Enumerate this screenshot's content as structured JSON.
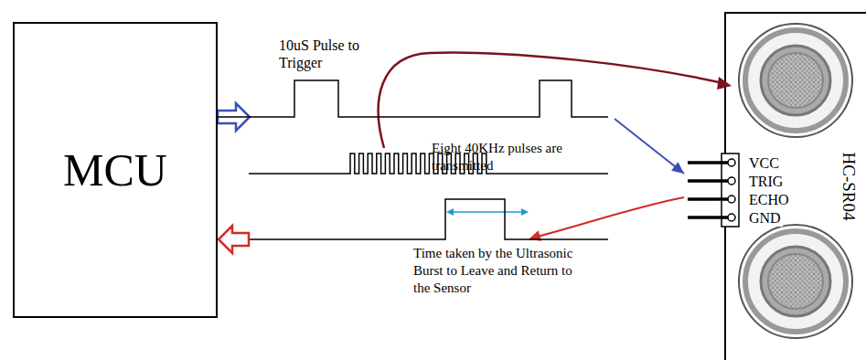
{
  "diagram": {
    "nodes": [
      {
        "text": [
          "MCU"
        ]
      },
      {
        "text": [
          "HC-SR04"
        ]
      }
    ],
    "edges": [
      {
        "from": 0,
        "to": 1,
        "arrow": "to"
      },
      {
        "from": 1,
        "to": 0,
        "arrow": "to"
      }
    ],
    "labels": [
      "10uS Pulse to Trigger",
      "Eight 40KHz pulses are transmitted",
      "Time taken by the Ultrasonic Burst to Leave and Return to the Sensor",
      "VCC",
      "TRIG",
      "ECHO",
      "GND"
    ]
  }
}
